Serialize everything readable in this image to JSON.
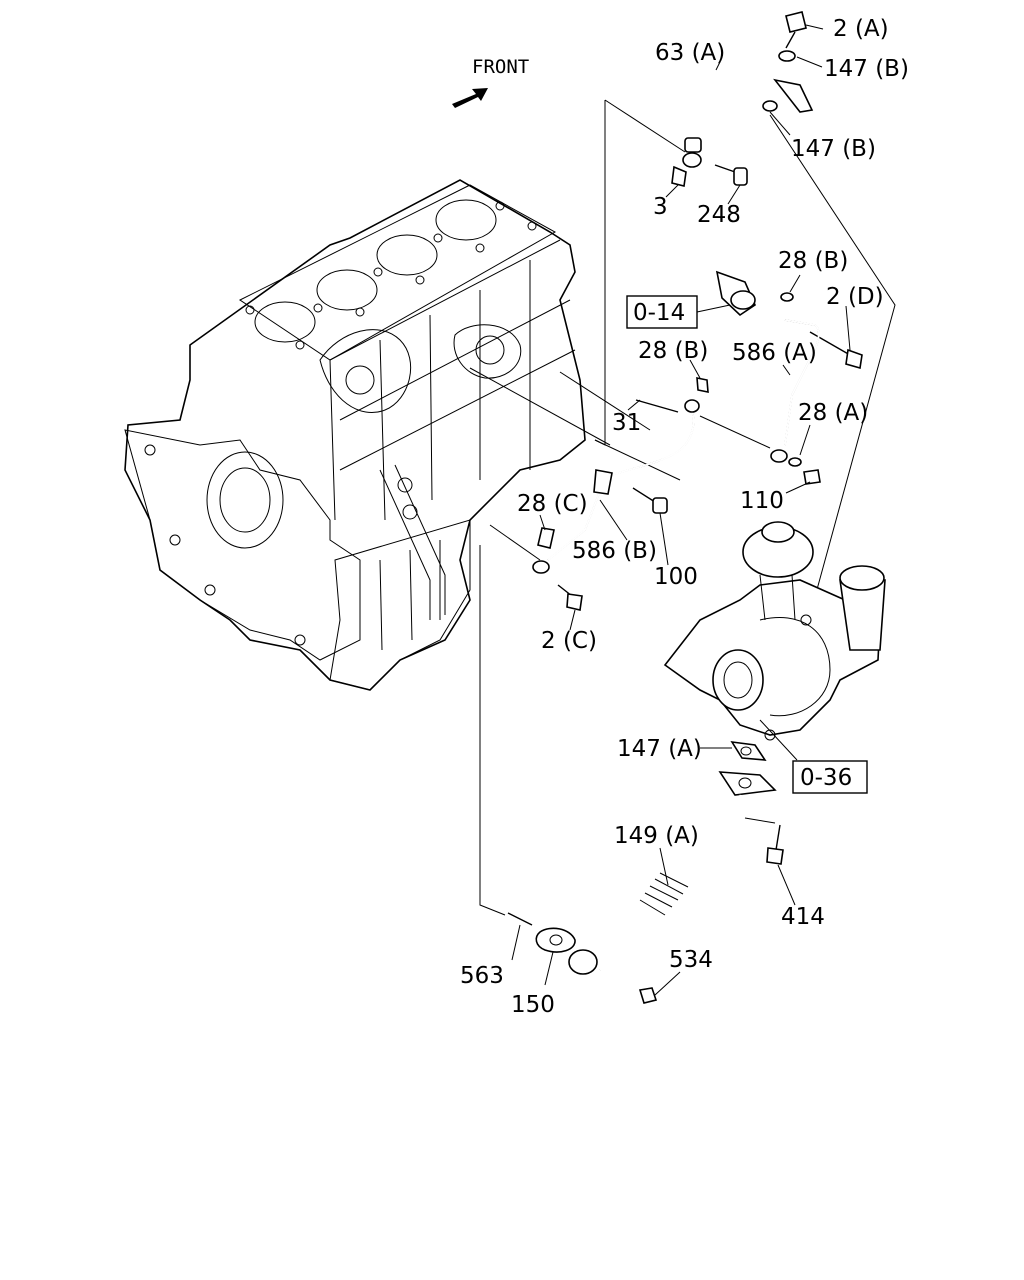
{
  "diagram": {
    "front_label": "FRONT",
    "callouts": {
      "c_2A": "2 (A)",
      "c_147B_top": "147 (B)",
      "c_63A": "63 (A)",
      "c_147B_lower": "147 (B)",
      "c_3": "3",
      "c_248": "248",
      "c_28B_right": "28 (B)",
      "c_2D": "2 (D)",
      "c_0_14": "0-14",
      "c_28B_mid": "28 (B)",
      "c_586A": "586 (A)",
      "c_31": "31",
      "c_28A": "28 (A)",
      "c_110": "110",
      "c_28C": "28 (C)",
      "c_586B": "586 (B)",
      "c_100": "100",
      "c_2C": "2 (C)",
      "c_147A": "147 (A)",
      "c_0_36": "0-36",
      "c_149A": "149 (A)",
      "c_414": "414",
      "c_563": "563",
      "c_534": "534",
      "c_150": "150"
    }
  }
}
